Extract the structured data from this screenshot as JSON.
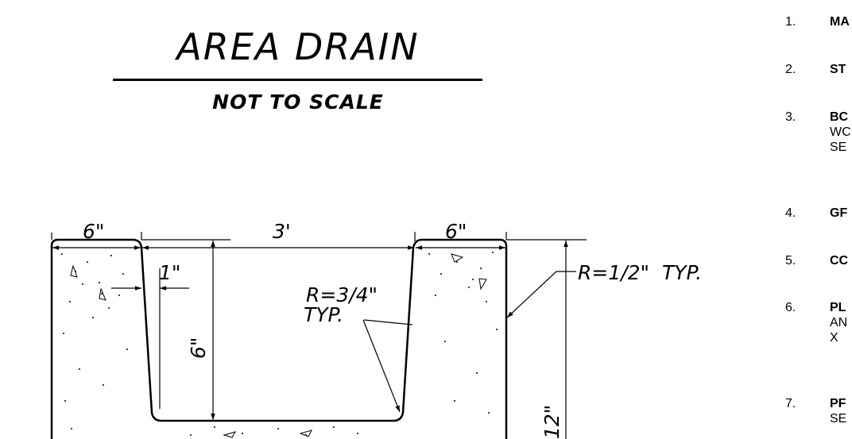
{
  "title": "AREA DRAIN",
  "subtitle": "NOT TO SCALE",
  "dimensions": {
    "left_width": "6\"",
    "center_width": "3'",
    "right_width": "6\"",
    "wall_offset": "1\"",
    "channel_depth": "6\"",
    "total_depth": "12\"",
    "bottom_radius_line1": "R=3/4\"",
    "bottom_radius_line2": "TYP.",
    "edge_radius": "R=1/2\"  TYP."
  },
  "notes": [
    {
      "number": "1.",
      "title": "MA",
      "lines": []
    },
    {
      "number": "2.",
      "title": "ST",
      "lines": []
    },
    {
      "number": "3.",
      "title": "BC",
      "lines": [
        "WC",
        "SE"
      ]
    },
    {
      "number": "4.",
      "title": "GF",
      "lines": []
    },
    {
      "number": "5.",
      "title": "CC",
      "lines": []
    },
    {
      "number": "6.",
      "title": "PL",
      "lines": [
        "AN",
        "X "
      ]
    },
    {
      "number": "7.",
      "title": "PF",
      "lines": [
        "SE"
      ]
    }
  ]
}
